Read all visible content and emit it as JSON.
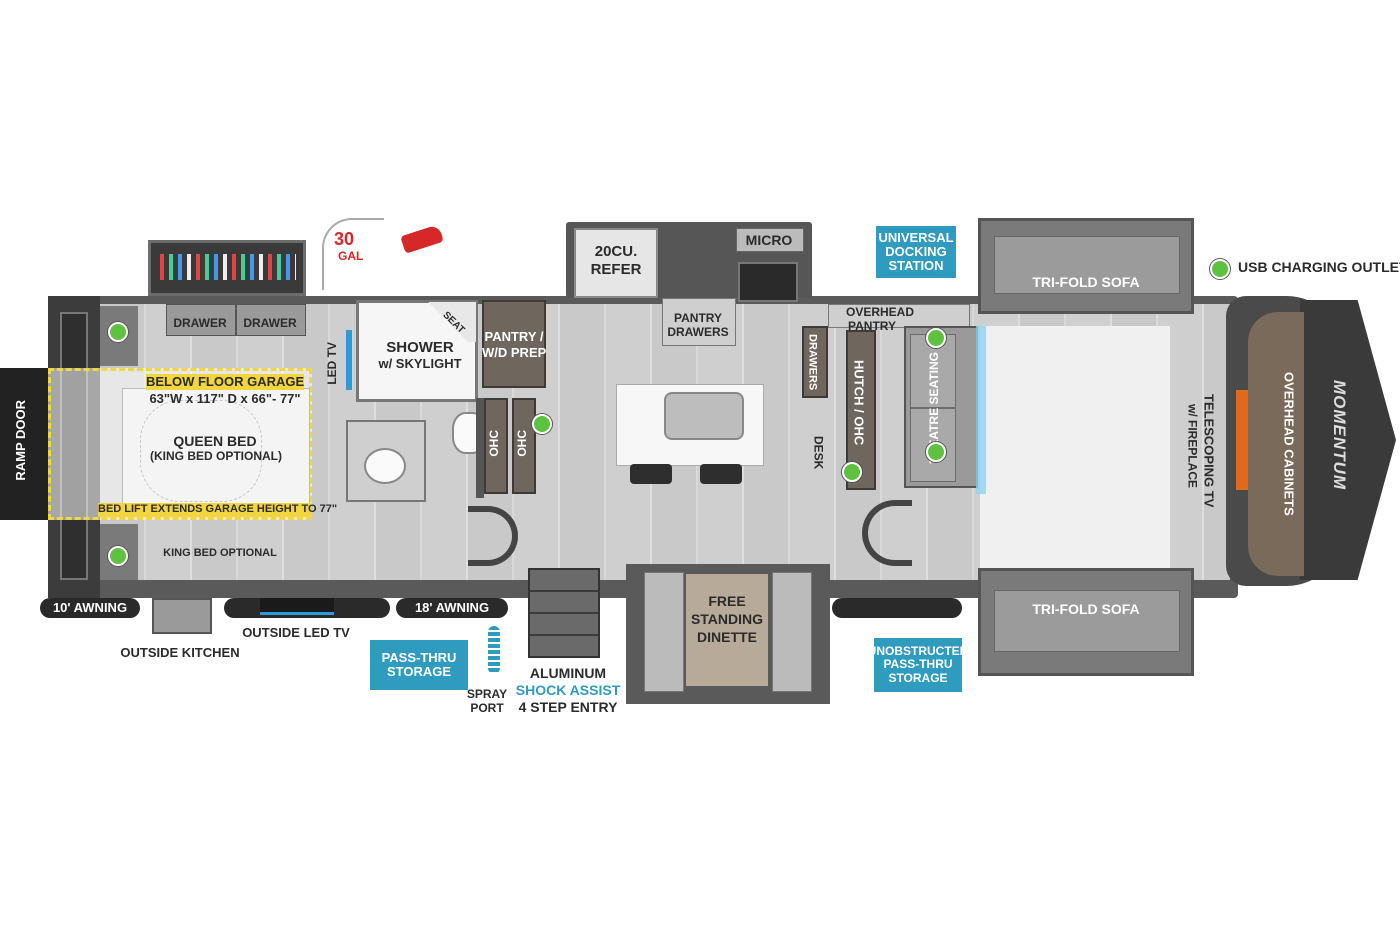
{
  "colors": {
    "callout": "#2e9bbf",
    "usb_dot": "#5ec240",
    "garage_outline": "#f2d640",
    "garage_label_bg": "#f2d640",
    "fuel_red": "#d62828",
    "shock_assist_blue": "#2e9bbf"
  },
  "legend": {
    "usb_label": "USB CHARGING OUTLET"
  },
  "icons": [
    "fuel-nozzle-icon",
    "usb-dot-icon",
    "spray-hose-icon",
    "sink-icon",
    "stove-icon",
    "brand-logo"
  ],
  "brand": "MOMENTUM",
  "labels": {
    "ramp_door": "RAMP DOOR",
    "drawer_1": "DRAWER",
    "drawer_2": "DRAWER",
    "fuel_30": "30",
    "fuel_gal": "GAL",
    "led_tv": "LED TV",
    "shower": "SHOWER",
    "shower_sub": "w/ SKYLIGHT",
    "seat": "SEAT",
    "pantry_wd_1": "PANTRY /",
    "pantry_wd_2": "W/D PREP",
    "below_floor_garage": "BELOW FLOOR GARAGE",
    "garage_dims": "63\"W x 117\" D x 66\"- 77\"",
    "queen_bed": "QUEEN BED",
    "king_optional_paren": "(KING BED OPTIONAL)",
    "bed_lift": "BED LIFT EXTENDS GARAGE HEIGHT TO 77\"",
    "king_bed_optional": "KING BED OPTIONAL",
    "ohc_1": "OHC",
    "ohc_2": "OHC",
    "refer_1": "20CU.",
    "refer_2": "REFER",
    "micro": "MICRO",
    "pantry_drawers_1": "PANTRY",
    "pantry_drawers_2": "DRAWERS",
    "drawers": "DRAWERS",
    "overhead_pantry_1": "OVERHEAD",
    "overhead_pantry_2": "PANTRY",
    "hutch_ohc": "HUTCH / OHC",
    "desk": "DESK",
    "theatre_seating": "THEATRE SEATING",
    "universal_1": "UNIVERSAL",
    "universal_2": "DOCKING",
    "universal_3": "STATION",
    "tri_fold_top": "TRI-FOLD SOFA",
    "tri_fold_bottom": "TRI-FOLD SOFA",
    "telescoping_1": "TELESCOPING TV",
    "telescoping_2": "w/ FIREPLACE",
    "overhead_cabinets": "OVERHEAD CABINETS",
    "awning_10": "10' AWNING",
    "outside_kitchen": "OUTSIDE KITCHEN",
    "outside_led_tv": "OUTSIDE LED TV",
    "awning_18": "18' AWNING",
    "pass_thru_1": "PASS-THRU",
    "pass_thru_2": "STORAGE",
    "spray_1": "SPRAY",
    "spray_2": "PORT",
    "aluminum": "ALUMINUM",
    "shock_assist": "SHOCK ASSIST",
    "step_entry": "4 STEP ENTRY",
    "dinette_1": "FREE",
    "dinette_2": "STANDING",
    "dinette_3": "DINETTE",
    "unobstructed_1": "UNOBSTRUCTED",
    "unobstructed_2": "PASS-THRU",
    "unobstructed_3": "STORAGE"
  }
}
